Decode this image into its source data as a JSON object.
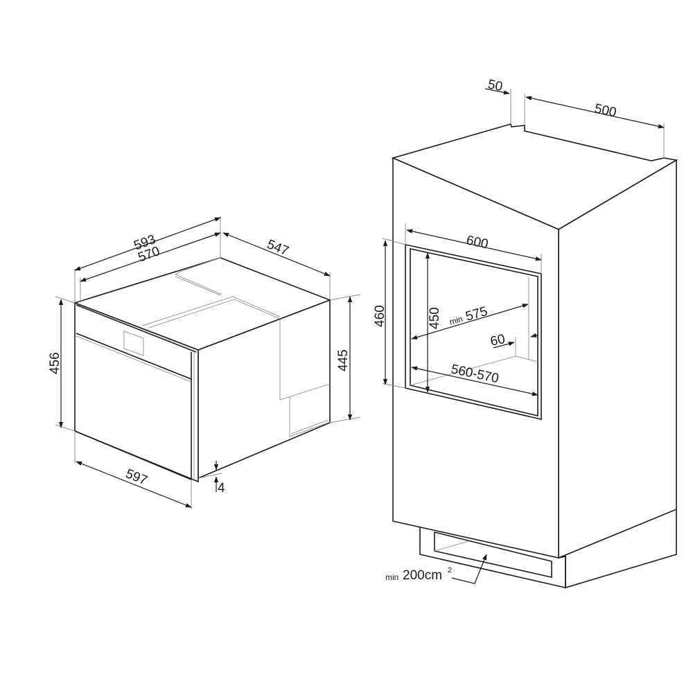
{
  "oven": {
    "dimensions": {
      "overall_width": "593",
      "body_width": "570",
      "depth": "547",
      "front_height": "456",
      "body_height": "445",
      "front_width": "597",
      "gap_bottom": "4"
    }
  },
  "cabinet": {
    "dimensions": {
      "rear_gap": "50",
      "cabinet_depth": "500",
      "niche_width": "600",
      "niche_outer_height": "460",
      "niche_inner_height": "450",
      "min_depth_prefix": "min",
      "min_depth": "575",
      "rear_clearance": "60",
      "niche_inner_width": "560-570"
    },
    "ventilation": {
      "prefix": "min",
      "value": "200cm",
      "superscript": "2"
    }
  }
}
